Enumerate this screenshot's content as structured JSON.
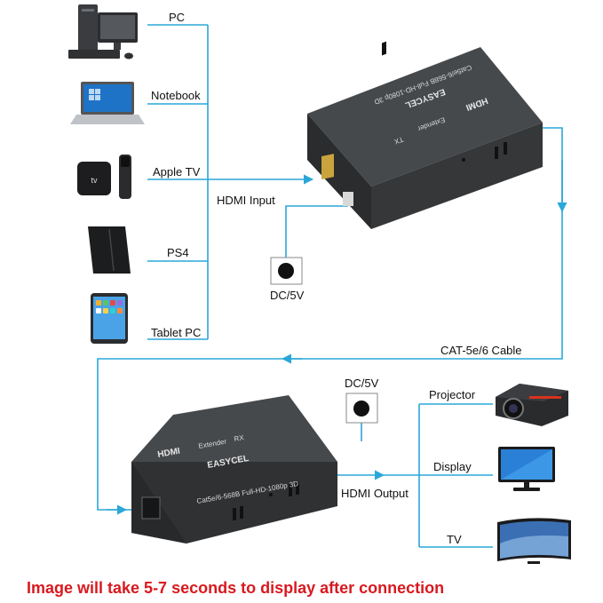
{
  "sources": [
    {
      "id": "pc",
      "label": "PC"
    },
    {
      "id": "notebook",
      "label": "Notebook"
    },
    {
      "id": "apple-tv",
      "label": "Apple TV"
    },
    {
      "id": "ps4",
      "label": "PS4"
    },
    {
      "id": "tablet",
      "label": "Tablet PC"
    }
  ],
  "hdmi_input_label": "HDMI Input",
  "tx_power_label": "DC/5V",
  "cable_label": "CAT-5e/6 Cable",
  "rx_power_label": "DC/5V",
  "hdmi_output_label": "HDMI Output",
  "outputs": [
    {
      "id": "projector",
      "label": "Projector"
    },
    {
      "id": "display",
      "label": "Display"
    },
    {
      "id": "tv",
      "label": "TV"
    }
  ],
  "tx_unit": {
    "brand": "HDMI",
    "model": "Extender",
    "mode": "TX",
    "maker": "EASYCEL",
    "spec": "Cat5e/6-568B  Full-HD-1080p 3D"
  },
  "rx_unit": {
    "brand": "HDMI",
    "model": "Extender",
    "mode": "RX",
    "maker": "EASYCEL",
    "spec": "Cat5e/6-568B  Full-HD-1080p 3D"
  },
  "footer_note": "Image will take 5-7 seconds to display after connection",
  "colors": {
    "line": "#2aa7d8",
    "device": "#2f3133",
    "footer": "#d8191f"
  }
}
